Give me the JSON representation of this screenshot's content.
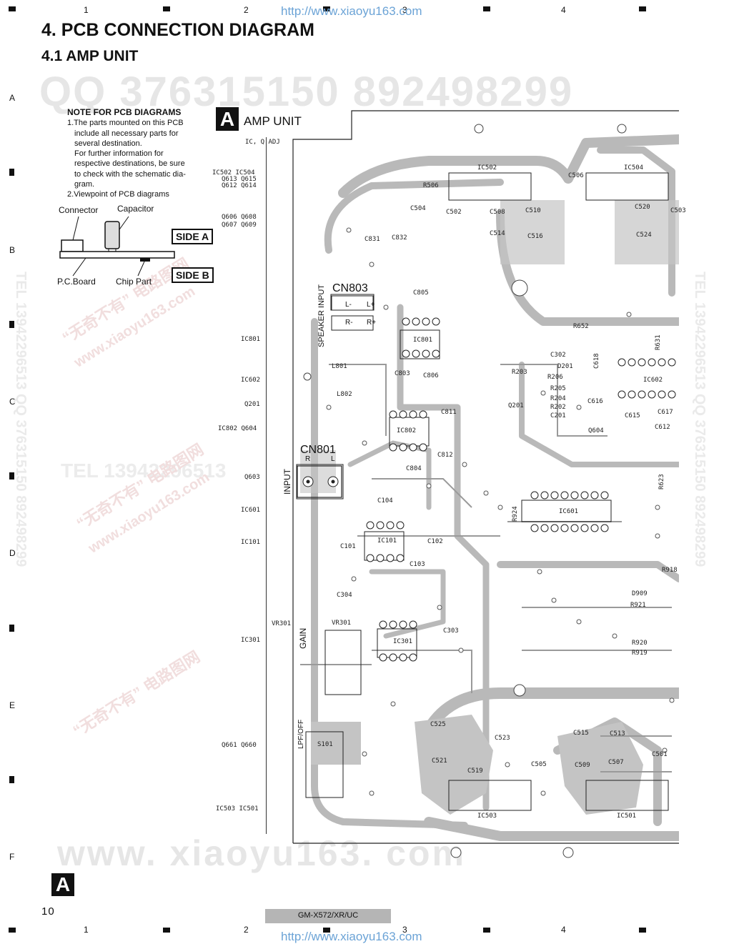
{
  "header": {
    "title": "4. PCB CONNECTION DIAGRAM",
    "subtitle": "4.1 AMP UNIT",
    "url_top": "http://www.xiaoyu163.com",
    "url_bottom": "http://www.xiaoyu163.com"
  },
  "grid": {
    "columns": [
      "1",
      "2",
      "3",
      "4"
    ],
    "rows": [
      "A",
      "B",
      "C",
      "D",
      "E",
      "F"
    ]
  },
  "watermarks": {
    "qq": "QQ 376315150   892498299",
    "site": "www. xiaoyu163. com",
    "tel": "TEL 13942296513",
    "side_right": "TEL 13942296513  QQ 376315150  892498299",
    "side_left": "TEL 13942296513  QQ 376315150  892498299",
    "cn_a": "“无奇不有” 电路图网",
    "cn_b": "www.xiaoyu163.com"
  },
  "note": {
    "heading": "NOTE FOR PCB DIAGRAMS",
    "lines": [
      "1.The parts mounted on this PCB",
      "include all necessary parts for",
      "several destination.",
      "For further information for",
      "respective destinations, be sure",
      "to check with the schematic dia-",
      "gram.",
      "2.Viewpoint of PCB diagrams"
    ],
    "connector": "Connector",
    "capacitor": "Capacitor",
    "board": "P.C.Board",
    "chip": "Chip Part",
    "side_a": "SIDE A",
    "side_b": "SIDE B"
  },
  "unit": {
    "badge": "A",
    "label": "AMP UNIT"
  },
  "ref_list": [
    {
      "text": "IC, Q     ADJ"
    },
    {
      "text": "IC502  IC504"
    },
    {
      "text": "Q613   Q615"
    },
    {
      "text": "Q612   Q614"
    },
    {
      "text": "Q606   Q608"
    },
    {
      "text": "Q607   Q609"
    },
    {
      "text": "IC801"
    },
    {
      "text": "IC602"
    },
    {
      "text": "Q201"
    },
    {
      "text": "IC802  Q604"
    },
    {
      "text": "Q603"
    },
    {
      "text": "IC601"
    },
    {
      "text": "IC101"
    },
    {
      "text": "VR301"
    },
    {
      "text": "IC301"
    },
    {
      "text": "Q661   Q660"
    },
    {
      "text": "IC503  IC501"
    }
  ],
  "board_labels": {
    "cn803": "CN803",
    "cn801": "CN801",
    "speaker_input": "SPEAKER INPUT",
    "input": "INPUT",
    "gain": "GAIN",
    "lpf": "LPF/OFF",
    "r": "R",
    "l": "L",
    "l_minus": "L-",
    "l_plus": "L+",
    "r_minus": "R-",
    "r_plus": "R+",
    "parts": [
      "IC502",
      "IC504",
      "R506",
      "C506",
      "C504",
      "C502",
      "C508",
      "C510",
      "C520",
      "C514",
      "C516",
      "C524",
      "C831",
      "C832",
      "C805",
      "IC801",
      "R652",
      "C302",
      "D201",
      "R206",
      "R203",
      "C803",
      "C806",
      "L801",
      "L802",
      "IC602",
      "C618",
      "C616",
      "C615",
      "C617",
      "C612",
      "R205",
      "R204",
      "R202",
      "C201",
      "Q201",
      "C811",
      "IC802",
      "Q604",
      "C812",
      "C804",
      "C104",
      "IC601",
      "IC101",
      "C102",
      "C101",
      "C103",
      "R924",
      "R918",
      "D909",
      "R921",
      "C304",
      "VR301",
      "IC301",
      "C303",
      "R920",
      "R919",
      "S101",
      "C525",
      "C523",
      "C515",
      "C513",
      "C521",
      "C519",
      "C505",
      "C509",
      "C507",
      "C501",
      "IC503",
      "IC501",
      "R631",
      "R623",
      "C503"
    ]
  },
  "footer": {
    "badge": "A",
    "page": "10",
    "model": "GM-X572/XR/UC"
  }
}
